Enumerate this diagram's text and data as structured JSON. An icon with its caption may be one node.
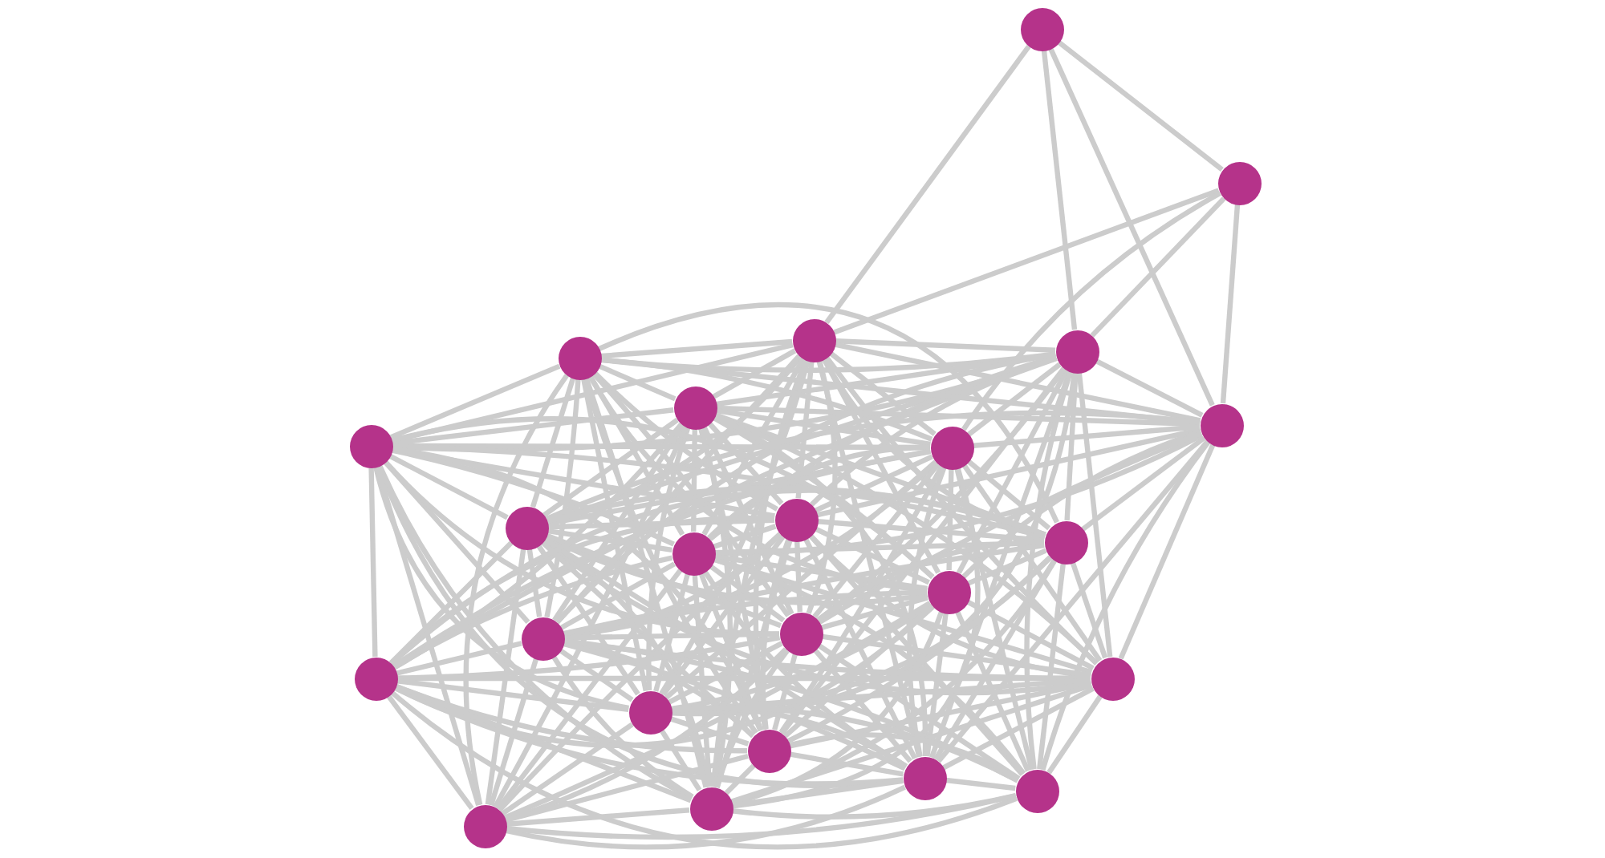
{
  "diagram": {
    "nodes": [
      {
        "text": [],
        "shape": "circle"
      },
      {
        "text": [],
        "shape": "circle"
      },
      {
        "text": [],
        "shape": "circle"
      },
      {
        "text": [],
        "shape": "circle"
      },
      {
        "text": [],
        "shape": "circle"
      },
      {
        "text": [],
        "shape": "circle"
      },
      {
        "text": [],
        "shape": "circle"
      },
      {
        "text": [],
        "shape": "circle"
      },
      {
        "text": [],
        "shape": "circle"
      },
      {
        "text": [],
        "shape": "circle"
      },
      {
        "text": [],
        "shape": "circle"
      },
      {
        "text": [],
        "shape": "circle"
      },
      {
        "text": [],
        "shape": "circle"
      },
      {
        "text": [],
        "shape": "circle"
      },
      {
        "text": [],
        "shape": "circle"
      },
      {
        "text": [],
        "shape": "circle"
      },
      {
        "text": [],
        "shape": "circle"
      },
      {
        "text": [],
        "shape": "circle"
      },
      {
        "text": [],
        "shape": "circle"
      },
      {
        "text": [],
        "shape": "circle"
      },
      {
        "text": [],
        "shape": "circle"
      },
      {
        "text": [],
        "shape": "circle"
      },
      {
        "text": [],
        "shape": "circle"
      },
      {
        "text": [],
        "shape": "circle"
      }
    ],
    "edges": [
      {
        "from": 0,
        "to": 1,
        "arrow": "none"
      },
      {
        "from": 0,
        "to": 2,
        "arrow": "none"
      },
      {
        "from": 0,
        "to": 3,
        "arrow": "none"
      },
      {
        "from": 0,
        "to": 6,
        "arrow": "none"
      },
      {
        "from": 1,
        "to": 2,
        "arrow": "none"
      },
      {
        "from": 1,
        "to": 3,
        "arrow": "none"
      },
      {
        "from": 1,
        "to": 6,
        "arrow": "none"
      },
      {
        "from": 1,
        "to": 8,
        "arrow": "none"
      },
      {
        "from": 2,
        "to": 3,
        "arrow": "none"
      },
      {
        "from": 2,
        "to": 4,
        "arrow": "none"
      },
      {
        "from": 2,
        "to": 5,
        "arrow": "none"
      },
      {
        "from": 2,
        "to": 6,
        "arrow": "none"
      },
      {
        "from": 2,
        "to": 7,
        "arrow": "none"
      },
      {
        "from": 2,
        "to": 8,
        "arrow": "none"
      },
      {
        "from": 2,
        "to": 9,
        "arrow": "none"
      },
      {
        "from": 2,
        "to": 10,
        "arrow": "none"
      },
      {
        "from": 2,
        "to": 11,
        "arrow": "none"
      },
      {
        "from": 2,
        "to": 12,
        "arrow": "none"
      },
      {
        "from": 2,
        "to": 13,
        "arrow": "none"
      },
      {
        "from": 2,
        "to": 14,
        "arrow": "none"
      },
      {
        "from": 2,
        "to": 15,
        "arrow": "none"
      },
      {
        "from": 2,
        "to": 17,
        "arrow": "none"
      },
      {
        "from": 2,
        "to": 18,
        "arrow": "none"
      },
      {
        "from": 2,
        "to": 19,
        "arrow": "none"
      },
      {
        "from": 2,
        "to": 20,
        "arrow": "none"
      },
      {
        "from": 2,
        "to": 22,
        "arrow": "none"
      },
      {
        "from": 3,
        "to": 4,
        "arrow": "none"
      },
      {
        "from": 3,
        "to": 5,
        "arrow": "none"
      },
      {
        "from": 3,
        "to": 6,
        "arrow": "none"
      },
      {
        "from": 3,
        "to": 7,
        "arrow": "none"
      },
      {
        "from": 3,
        "to": 8,
        "arrow": "none"
      },
      {
        "from": 3,
        "to": 9,
        "arrow": "none"
      },
      {
        "from": 3,
        "to": 10,
        "arrow": "none"
      },
      {
        "from": 3,
        "to": 11,
        "arrow": "none"
      },
      {
        "from": 3,
        "to": 12,
        "arrow": "none"
      },
      {
        "from": 3,
        "to": 13,
        "arrow": "none"
      },
      {
        "from": 3,
        "to": 14,
        "arrow": "none"
      },
      {
        "from": 3,
        "to": 15,
        "arrow": "none"
      },
      {
        "from": 3,
        "to": 16,
        "arrow": "none"
      },
      {
        "from": 3,
        "to": 17,
        "arrow": "none"
      },
      {
        "from": 3,
        "to": 18,
        "arrow": "none"
      },
      {
        "from": 3,
        "to": 19,
        "arrow": "none"
      },
      {
        "from": 3,
        "to": 20,
        "arrow": "none"
      },
      {
        "from": 3,
        "to": 21,
        "arrow": "none"
      },
      {
        "from": 4,
        "to": 5,
        "arrow": "none"
      },
      {
        "from": 4,
        "to": 6,
        "arrow": "none"
      },
      {
        "from": 4,
        "to": 7,
        "arrow": "none"
      },
      {
        "from": 4,
        "to": 8,
        "arrow": "none"
      },
      {
        "from": 4,
        "to": 9,
        "arrow": "none"
      },
      {
        "from": 4,
        "to": 10,
        "arrow": "none"
      },
      {
        "from": 4,
        "to": 11,
        "arrow": "none"
      },
      {
        "from": 4,
        "to": 12,
        "arrow": "none"
      },
      {
        "from": 4,
        "to": 13,
        "arrow": "none"
      },
      {
        "from": 4,
        "to": 14,
        "arrow": "none"
      },
      {
        "from": 4,
        "to": 15,
        "arrow": "none"
      },
      {
        "from": 4,
        "to": 18,
        "arrow": "none"
      },
      {
        "from": 4,
        "to": 19,
        "arrow": "none"
      },
      {
        "from": 4,
        "to": 22,
        "arrow": "none"
      },
      {
        "from": 4,
        "to": 23,
        "arrow": "none"
      },
      {
        "from": 5,
        "to": 6,
        "arrow": "none"
      },
      {
        "from": 5,
        "to": 7,
        "arrow": "none"
      },
      {
        "from": 5,
        "to": 8,
        "arrow": "none"
      },
      {
        "from": 5,
        "to": 9,
        "arrow": "none"
      },
      {
        "from": 5,
        "to": 10,
        "arrow": "none"
      },
      {
        "from": 5,
        "to": 11,
        "arrow": "none"
      },
      {
        "from": 5,
        "to": 12,
        "arrow": "none"
      },
      {
        "from": 5,
        "to": 13,
        "arrow": "none"
      },
      {
        "from": 5,
        "to": 14,
        "arrow": "none"
      },
      {
        "from": 5,
        "to": 15,
        "arrow": "none"
      },
      {
        "from": 5,
        "to": 16,
        "arrow": "none"
      },
      {
        "from": 5,
        "to": 17,
        "arrow": "none"
      },
      {
        "from": 5,
        "to": 18,
        "arrow": "none"
      },
      {
        "from": 5,
        "to": 19,
        "arrow": "none"
      },
      {
        "from": 5,
        "to": 20,
        "arrow": "none"
      },
      {
        "from": 5,
        "to": 22,
        "arrow": "none"
      },
      {
        "from": 5,
        "to": 23,
        "arrow": "none"
      },
      {
        "from": 6,
        "to": 8,
        "arrow": "none"
      },
      {
        "from": 6,
        "to": 9,
        "arrow": "none"
      },
      {
        "from": 6,
        "to": 10,
        "arrow": "none"
      },
      {
        "from": 6,
        "to": 11,
        "arrow": "none"
      },
      {
        "from": 6,
        "to": 12,
        "arrow": "none"
      },
      {
        "from": 6,
        "to": 13,
        "arrow": "none"
      },
      {
        "from": 6,
        "to": 15,
        "arrow": "none"
      },
      {
        "from": 6,
        "to": 17,
        "arrow": "none"
      },
      {
        "from": 6,
        "to": 20,
        "arrow": "none"
      },
      {
        "from": 6,
        "to": 21,
        "arrow": "none"
      },
      {
        "from": 7,
        "to": 8,
        "arrow": "none"
      },
      {
        "from": 7,
        "to": 9,
        "arrow": "none"
      },
      {
        "from": 7,
        "to": 10,
        "arrow": "none"
      },
      {
        "from": 7,
        "to": 11,
        "arrow": "none"
      },
      {
        "from": 7,
        "to": 12,
        "arrow": "none"
      },
      {
        "from": 7,
        "to": 13,
        "arrow": "none"
      },
      {
        "from": 7,
        "to": 14,
        "arrow": "none"
      },
      {
        "from": 7,
        "to": 15,
        "arrow": "none"
      },
      {
        "from": 7,
        "to": 16,
        "arrow": "none"
      },
      {
        "from": 7,
        "to": 18,
        "arrow": "none"
      },
      {
        "from": 7,
        "to": 19,
        "arrow": "none"
      },
      {
        "from": 7,
        "to": 20,
        "arrow": "none"
      },
      {
        "from": 7,
        "to": 22,
        "arrow": "none"
      },
      {
        "from": 7,
        "to": 23,
        "arrow": "none"
      },
      {
        "from": 8,
        "to": 9,
        "arrow": "none"
      },
      {
        "from": 8,
        "to": 10,
        "arrow": "none"
      },
      {
        "from": 8,
        "to": 11,
        "arrow": "none"
      },
      {
        "from": 8,
        "to": 12,
        "arrow": "none"
      },
      {
        "from": 8,
        "to": 13,
        "arrow": "none"
      },
      {
        "from": 8,
        "to": 14,
        "arrow": "none"
      },
      {
        "from": 8,
        "to": 15,
        "arrow": "none"
      },
      {
        "from": 8,
        "to": 16,
        "arrow": "none"
      },
      {
        "from": 8,
        "to": 17,
        "arrow": "none"
      },
      {
        "from": 8,
        "to": 18,
        "arrow": "none"
      },
      {
        "from": 8,
        "to": 19,
        "arrow": "none"
      },
      {
        "from": 8,
        "to": 20,
        "arrow": "none"
      },
      {
        "from": 8,
        "to": 21,
        "arrow": "none"
      },
      {
        "from": 8,
        "to": 22,
        "arrow": "none"
      },
      {
        "from": 9,
        "to": 10,
        "arrow": "none"
      },
      {
        "from": 9,
        "to": 11,
        "arrow": "none"
      },
      {
        "from": 9,
        "to": 12,
        "arrow": "none"
      },
      {
        "from": 9,
        "to": 13,
        "arrow": "none"
      },
      {
        "from": 9,
        "to": 14,
        "arrow": "none"
      },
      {
        "from": 9,
        "to": 15,
        "arrow": "none"
      },
      {
        "from": 9,
        "to": 16,
        "arrow": "none"
      },
      {
        "from": 9,
        "to": 17,
        "arrow": "none"
      },
      {
        "from": 9,
        "to": 18,
        "arrow": "none"
      },
      {
        "from": 9,
        "to": 19,
        "arrow": "none"
      },
      {
        "from": 9,
        "to": 20,
        "arrow": "none"
      },
      {
        "from": 9,
        "to": 21,
        "arrow": "none"
      },
      {
        "from": 9,
        "to": 22,
        "arrow": "none"
      },
      {
        "from": 9,
        "to": 23,
        "arrow": "none"
      },
      {
        "from": 10,
        "to": 11,
        "arrow": "none"
      },
      {
        "from": 10,
        "to": 12,
        "arrow": "none"
      },
      {
        "from": 10,
        "to": 13,
        "arrow": "none"
      },
      {
        "from": 10,
        "to": 14,
        "arrow": "none"
      },
      {
        "from": 10,
        "to": 15,
        "arrow": "none"
      },
      {
        "from": 10,
        "to": 16,
        "arrow": "none"
      },
      {
        "from": 10,
        "to": 17,
        "arrow": "none"
      },
      {
        "from": 10,
        "to": 18,
        "arrow": "none"
      },
      {
        "from": 10,
        "to": 19,
        "arrow": "none"
      },
      {
        "from": 10,
        "to": 20,
        "arrow": "none"
      },
      {
        "from": 10,
        "to": 22,
        "arrow": "none"
      },
      {
        "from": 10,
        "to": 23,
        "arrow": "none"
      },
      {
        "from": 11,
        "to": 12,
        "arrow": "none"
      },
      {
        "from": 11,
        "to": 13,
        "arrow": "none"
      },
      {
        "from": 11,
        "to": 14,
        "arrow": "none"
      },
      {
        "from": 11,
        "to": 15,
        "arrow": "none"
      },
      {
        "from": 11,
        "to": 16,
        "arrow": "none"
      },
      {
        "from": 11,
        "to": 17,
        "arrow": "none"
      },
      {
        "from": 11,
        "to": 18,
        "arrow": "none"
      },
      {
        "from": 11,
        "to": 19,
        "arrow": "none"
      },
      {
        "from": 11,
        "to": 20,
        "arrow": "none"
      },
      {
        "from": 11,
        "to": 21,
        "arrow": "none"
      },
      {
        "from": 11,
        "to": 22,
        "arrow": "none"
      },
      {
        "from": 12,
        "to": 13,
        "arrow": "none"
      },
      {
        "from": 12,
        "to": 14,
        "arrow": "none"
      },
      {
        "from": 12,
        "to": 15,
        "arrow": "none"
      },
      {
        "from": 12,
        "to": 16,
        "arrow": "none"
      },
      {
        "from": 12,
        "to": 17,
        "arrow": "none"
      },
      {
        "from": 12,
        "to": 18,
        "arrow": "none"
      },
      {
        "from": 12,
        "to": 19,
        "arrow": "none"
      },
      {
        "from": 12,
        "to": 20,
        "arrow": "none"
      },
      {
        "from": 12,
        "to": 21,
        "arrow": "none"
      },
      {
        "from": 12,
        "to": 22,
        "arrow": "none"
      },
      {
        "from": 12,
        "to": 23,
        "arrow": "none"
      },
      {
        "from": 13,
        "to": 14,
        "arrow": "none"
      },
      {
        "from": 13,
        "to": 15,
        "arrow": "none"
      },
      {
        "from": 13,
        "to": 16,
        "arrow": "none"
      },
      {
        "from": 13,
        "to": 17,
        "arrow": "none"
      },
      {
        "from": 13,
        "to": 18,
        "arrow": "none"
      },
      {
        "from": 13,
        "to": 19,
        "arrow": "none"
      },
      {
        "from": 13,
        "to": 20,
        "arrow": "none"
      },
      {
        "from": 13,
        "to": 21,
        "arrow": "none"
      },
      {
        "from": 13,
        "to": 22,
        "arrow": "none"
      },
      {
        "from": 13,
        "to": 23,
        "arrow": "none"
      },
      {
        "from": 14,
        "to": 15,
        "arrow": "none"
      },
      {
        "from": 14,
        "to": 16,
        "arrow": "none"
      },
      {
        "from": 14,
        "to": 17,
        "arrow": "none"
      },
      {
        "from": 14,
        "to": 18,
        "arrow": "none"
      },
      {
        "from": 14,
        "to": 19,
        "arrow": "none"
      },
      {
        "from": 14,
        "to": 20,
        "arrow": "none"
      },
      {
        "from": 14,
        "to": 21,
        "arrow": "none"
      },
      {
        "from": 14,
        "to": 22,
        "arrow": "none"
      },
      {
        "from": 14,
        "to": 23,
        "arrow": "none"
      },
      {
        "from": 15,
        "to": 16,
        "arrow": "none"
      },
      {
        "from": 15,
        "to": 17,
        "arrow": "none"
      },
      {
        "from": 15,
        "to": 18,
        "arrow": "none"
      },
      {
        "from": 15,
        "to": 19,
        "arrow": "none"
      },
      {
        "from": 15,
        "to": 20,
        "arrow": "none"
      },
      {
        "from": 15,
        "to": 21,
        "arrow": "none"
      },
      {
        "from": 15,
        "to": 22,
        "arrow": "none"
      },
      {
        "from": 15,
        "to": 23,
        "arrow": "none"
      },
      {
        "from": 16,
        "to": 17,
        "arrow": "none"
      },
      {
        "from": 16,
        "to": 18,
        "arrow": "none"
      },
      {
        "from": 16,
        "to": 19,
        "arrow": "none"
      },
      {
        "from": 16,
        "to": 20,
        "arrow": "none"
      },
      {
        "from": 16,
        "to": 21,
        "arrow": "none"
      },
      {
        "from": 16,
        "to": 22,
        "arrow": "none"
      },
      {
        "from": 16,
        "to": 23,
        "arrow": "none"
      },
      {
        "from": 17,
        "to": 18,
        "arrow": "none"
      },
      {
        "from": 17,
        "to": 19,
        "arrow": "none"
      },
      {
        "from": 17,
        "to": 20,
        "arrow": "none"
      },
      {
        "from": 17,
        "to": 21,
        "arrow": "none"
      },
      {
        "from": 17,
        "to": 22,
        "arrow": "none"
      },
      {
        "from": 18,
        "to": 19,
        "arrow": "none"
      },
      {
        "from": 18,
        "to": 20,
        "arrow": "none"
      },
      {
        "from": 18,
        "to": 21,
        "arrow": "none"
      },
      {
        "from": 18,
        "to": 22,
        "arrow": "none"
      },
      {
        "from": 18,
        "to": 23,
        "arrow": "none"
      },
      {
        "from": 19,
        "to": 20,
        "arrow": "none"
      },
      {
        "from": 19,
        "to": 21,
        "arrow": "none"
      },
      {
        "from": 19,
        "to": 22,
        "arrow": "none"
      },
      {
        "from": 19,
        "to": 23,
        "arrow": "none"
      },
      {
        "from": 20,
        "to": 21,
        "arrow": "none"
      },
      {
        "from": 20,
        "to": 22,
        "arrow": "none"
      },
      {
        "from": 20,
        "to": 23,
        "arrow": "none"
      },
      {
        "from": 21,
        "to": 22,
        "arrow": "none"
      },
      {
        "from": 21,
        "to": 23,
        "arrow": "none"
      },
      {
        "from": 22,
        "to": 23,
        "arrow": "none"
      }
    ]
  }
}
